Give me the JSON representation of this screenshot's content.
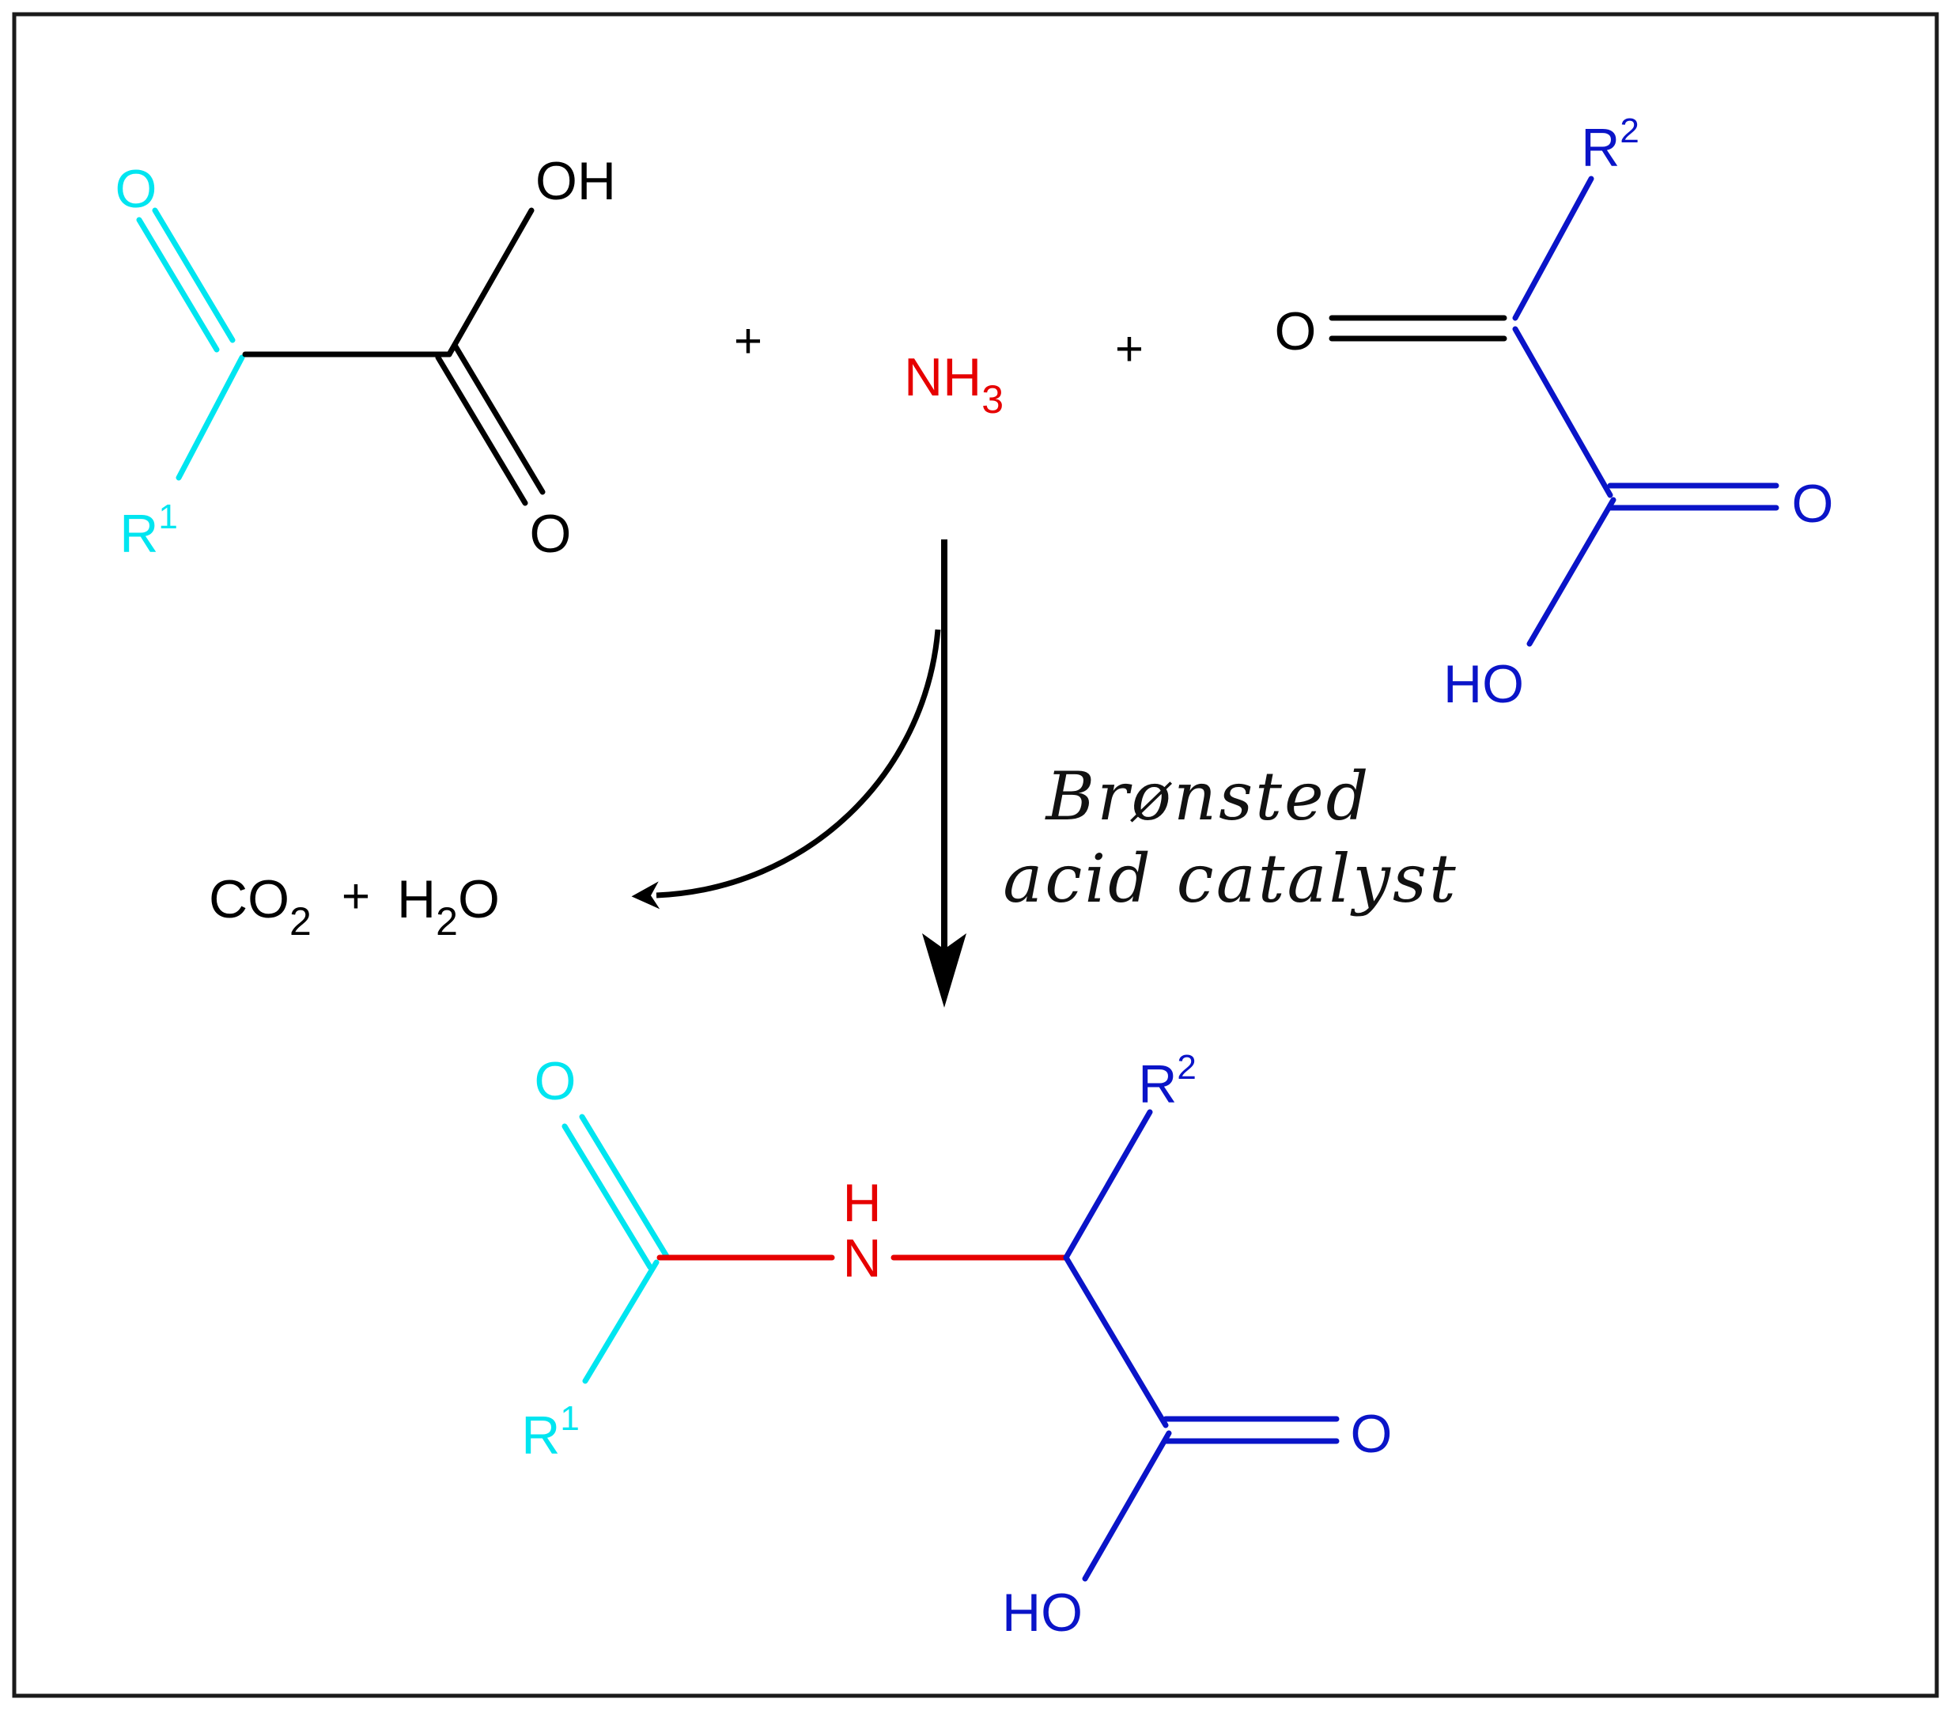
{
  "colors": {
    "frame": "#1a1a1a",
    "black": "#000000",
    "cyan": "#00e5f0",
    "blue": "#0a14c8",
    "red": "#e60000"
  },
  "reactant1": {
    "O_carbonyl": "O",
    "OH": "OH",
    "O_acid": "O",
    "R": "R",
    "R_sup": "1"
  },
  "plus_1": "+",
  "ammonia": {
    "N": "NH",
    "sub": "3"
  },
  "plus_2": "+",
  "reactant2": {
    "R": "R",
    "R_sup": "2",
    "O_carbonyl": "O",
    "O_acid": "O",
    "HO": "HO"
  },
  "condition": {
    "line1": "Brønsted",
    "line2": "acid catalyst"
  },
  "byproducts": {
    "co2_main": "CO",
    "co2_sub": "2",
    "plus": "+",
    "h2o_H": "H",
    "h2o_sub": "2",
    "h2o_O": "O"
  },
  "product": {
    "O_carbonyl": "O",
    "R1": "R",
    "R1_sup": "1",
    "NH_H": "H",
    "N": "N",
    "R2": "R",
    "R2_sup": "2",
    "O_acid": "O",
    "HO": "HO"
  }
}
